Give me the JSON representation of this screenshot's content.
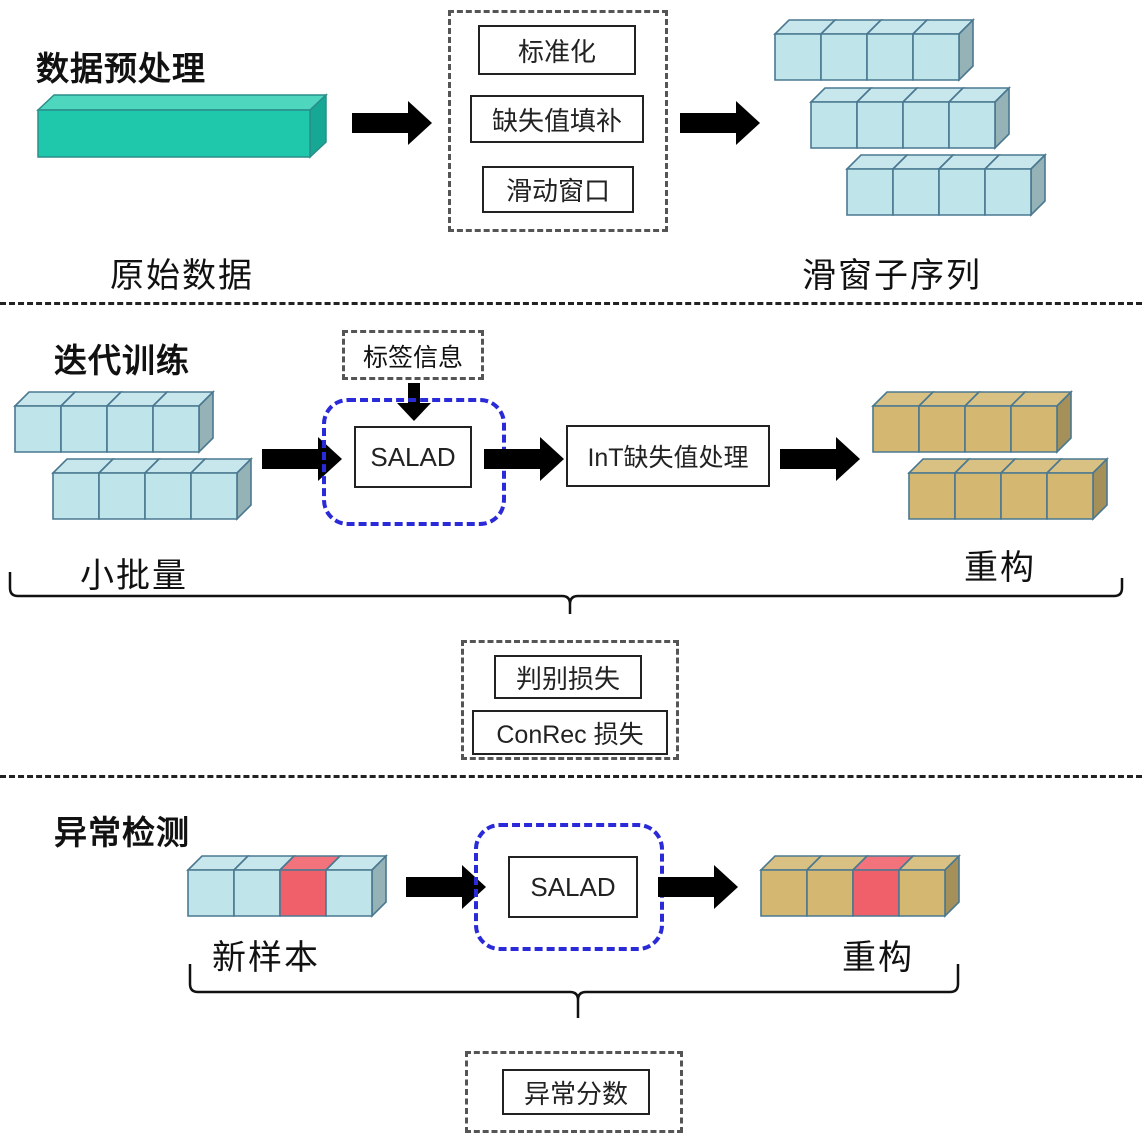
{
  "sections": {
    "preprocess": {
      "title": "数据预处理",
      "raw_label": "原始数据",
      "steps": [
        "标准化",
        "缺失值填补",
        "滑动窗口"
      ],
      "output_label": "滑窗子序列"
    },
    "training": {
      "title": "迭代训练",
      "input_label": "小批量",
      "label_info": "标签信息",
      "model": "SALAD",
      "missing_handler": "InT缺失值处理",
      "output_label": "重构",
      "losses": [
        "判别损失",
        "ConRec 损失"
      ]
    },
    "detection": {
      "title": "异常检测",
      "input_label": "新样本",
      "model": "SALAD",
      "output_label": "重构",
      "score_label": "异常分数",
      "anomalous_index": 2
    }
  },
  "colors": {
    "raw_data": "#1fc8aa",
    "window_block": "#bfe4ea",
    "recon_block": "#d4b872",
    "anomaly_block": "#f0606a",
    "model_border": "#2a2ad8"
  }
}
